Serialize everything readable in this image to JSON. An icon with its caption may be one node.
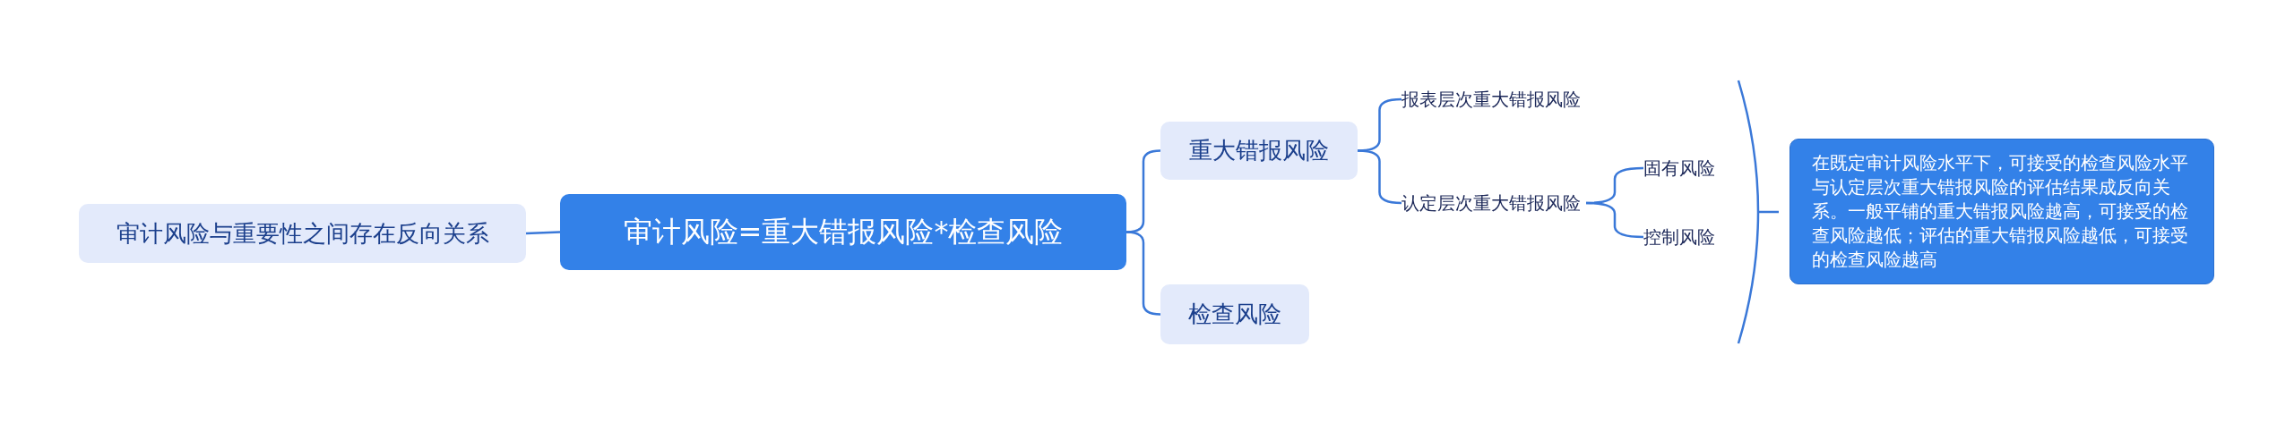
{
  "diagram": {
    "nodes": [
      {
        "text": [
          "审计风险与重要性之间存在反向关系"
        ]
      },
      {
        "text": [
          "审计风险=重大错报风险*检查风险"
        ]
      },
      {
        "text": [
          "重大错报风险"
        ]
      },
      {
        "text": [
          "报表层次重大错报风险"
        ]
      },
      {
        "text": [
          "认定层次重大错报风险"
        ]
      },
      {
        "text": [
          "固有风险"
        ]
      },
      {
        "text": [
          "控制风险"
        ]
      },
      {
        "text": [
          "检查风险"
        ]
      },
      {
        "text": [
          "在既定审计风险水平下，可接受的检查风险水平与认定层次重大错报风险的评估结果成反向关系。一般平铺的重大错报风险越高，可接受的检查风险越低；评估的重大错报风险越低，可接受的检查风险越高"
        ]
      }
    ],
    "edges": [
      {
        "from": 0,
        "to": 1,
        "arrow": "none"
      },
      {
        "from": 1,
        "to": 2,
        "arrow": "none"
      },
      {
        "from": 1,
        "to": 7,
        "arrow": "none"
      },
      {
        "from": 2,
        "to": 3,
        "arrow": "none"
      },
      {
        "from": 2,
        "to": 4,
        "arrow": "none"
      },
      {
        "from": 4,
        "to": 5,
        "arrow": "none"
      },
      {
        "from": 4,
        "to": 6,
        "arrow": "none"
      }
    ]
  }
}
